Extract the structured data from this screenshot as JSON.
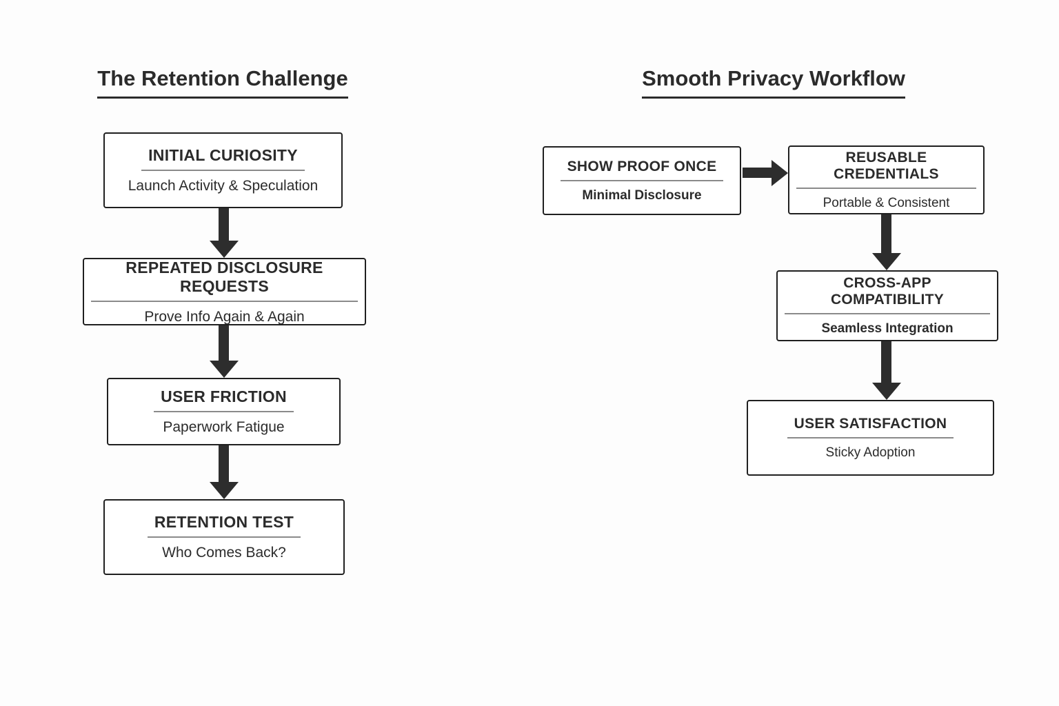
{
  "left_flow": {
    "title": "The Retention Challenge",
    "boxes": [
      {
        "title": "INITIAL CURIOSITY",
        "subtitle": "Launch Activity & Speculation"
      },
      {
        "title": "REPEATED DISCLOSURE REQUESTS",
        "subtitle": "Prove Info Again & Again"
      },
      {
        "title": "USER FRICTION",
        "subtitle": "Paperwork Fatigue"
      },
      {
        "title": "RETENTION TEST",
        "subtitle": "Who Comes Back?"
      }
    ]
  },
  "right_flow": {
    "title": "Smooth Privacy Workflow",
    "boxes": [
      {
        "title": "SHOW PROOF ONCE",
        "subtitle": "Minimal Disclosure"
      },
      {
        "title": "REUSABLE CREDENTIALS",
        "subtitle": "Portable & Consistent"
      },
      {
        "title": "CROSS-APP COMPATIBILITY",
        "subtitle": "Seamless Integration"
      },
      {
        "title": "USER SATISFACTION",
        "subtitle": "Sticky Adoption"
      }
    ]
  },
  "colors": {
    "background": "#fdfdfd",
    "box_border": "#1f1f1f",
    "arrow": "#2d2d2d",
    "text": "#2b2b2b",
    "title_underline_gray": "#8a8a8a"
  }
}
